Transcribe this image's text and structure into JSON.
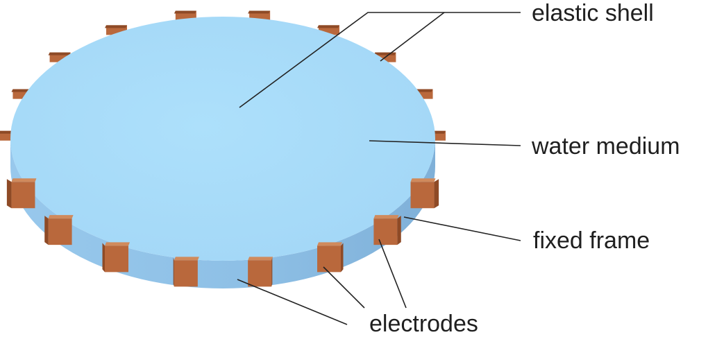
{
  "labels": {
    "elastic_shell": "elastic shell",
    "water_medium": "water medium",
    "fixed_frame": "fixed frame",
    "electrodes": "electrodes"
  },
  "colors": {
    "background": "#ffffff",
    "disk_top": "#a8dcf9",
    "disk_side": "#92c3e8",
    "disk_side_dark": "#7fb0d8",
    "electrode_front": "#b9683c",
    "electrode_side": "#8e4a26",
    "electrode_top": "#d08a5c",
    "leader_line": "#222222"
  },
  "electrode_count": 18
}
